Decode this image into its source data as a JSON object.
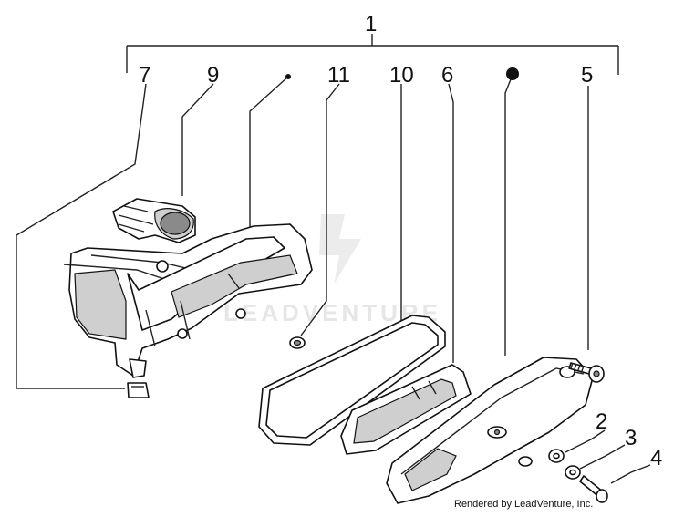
{
  "callouts": {
    "c1": "1",
    "c2": "2",
    "c3": "3",
    "c4": "4",
    "c5": "5",
    "c6": "6",
    "c7": "7",
    "c9": "9",
    "c10": "10",
    "c11": "11"
  },
  "watermark": "LEADVENTURE",
  "credit": "Rendered by LeadVenture, Inc."
}
